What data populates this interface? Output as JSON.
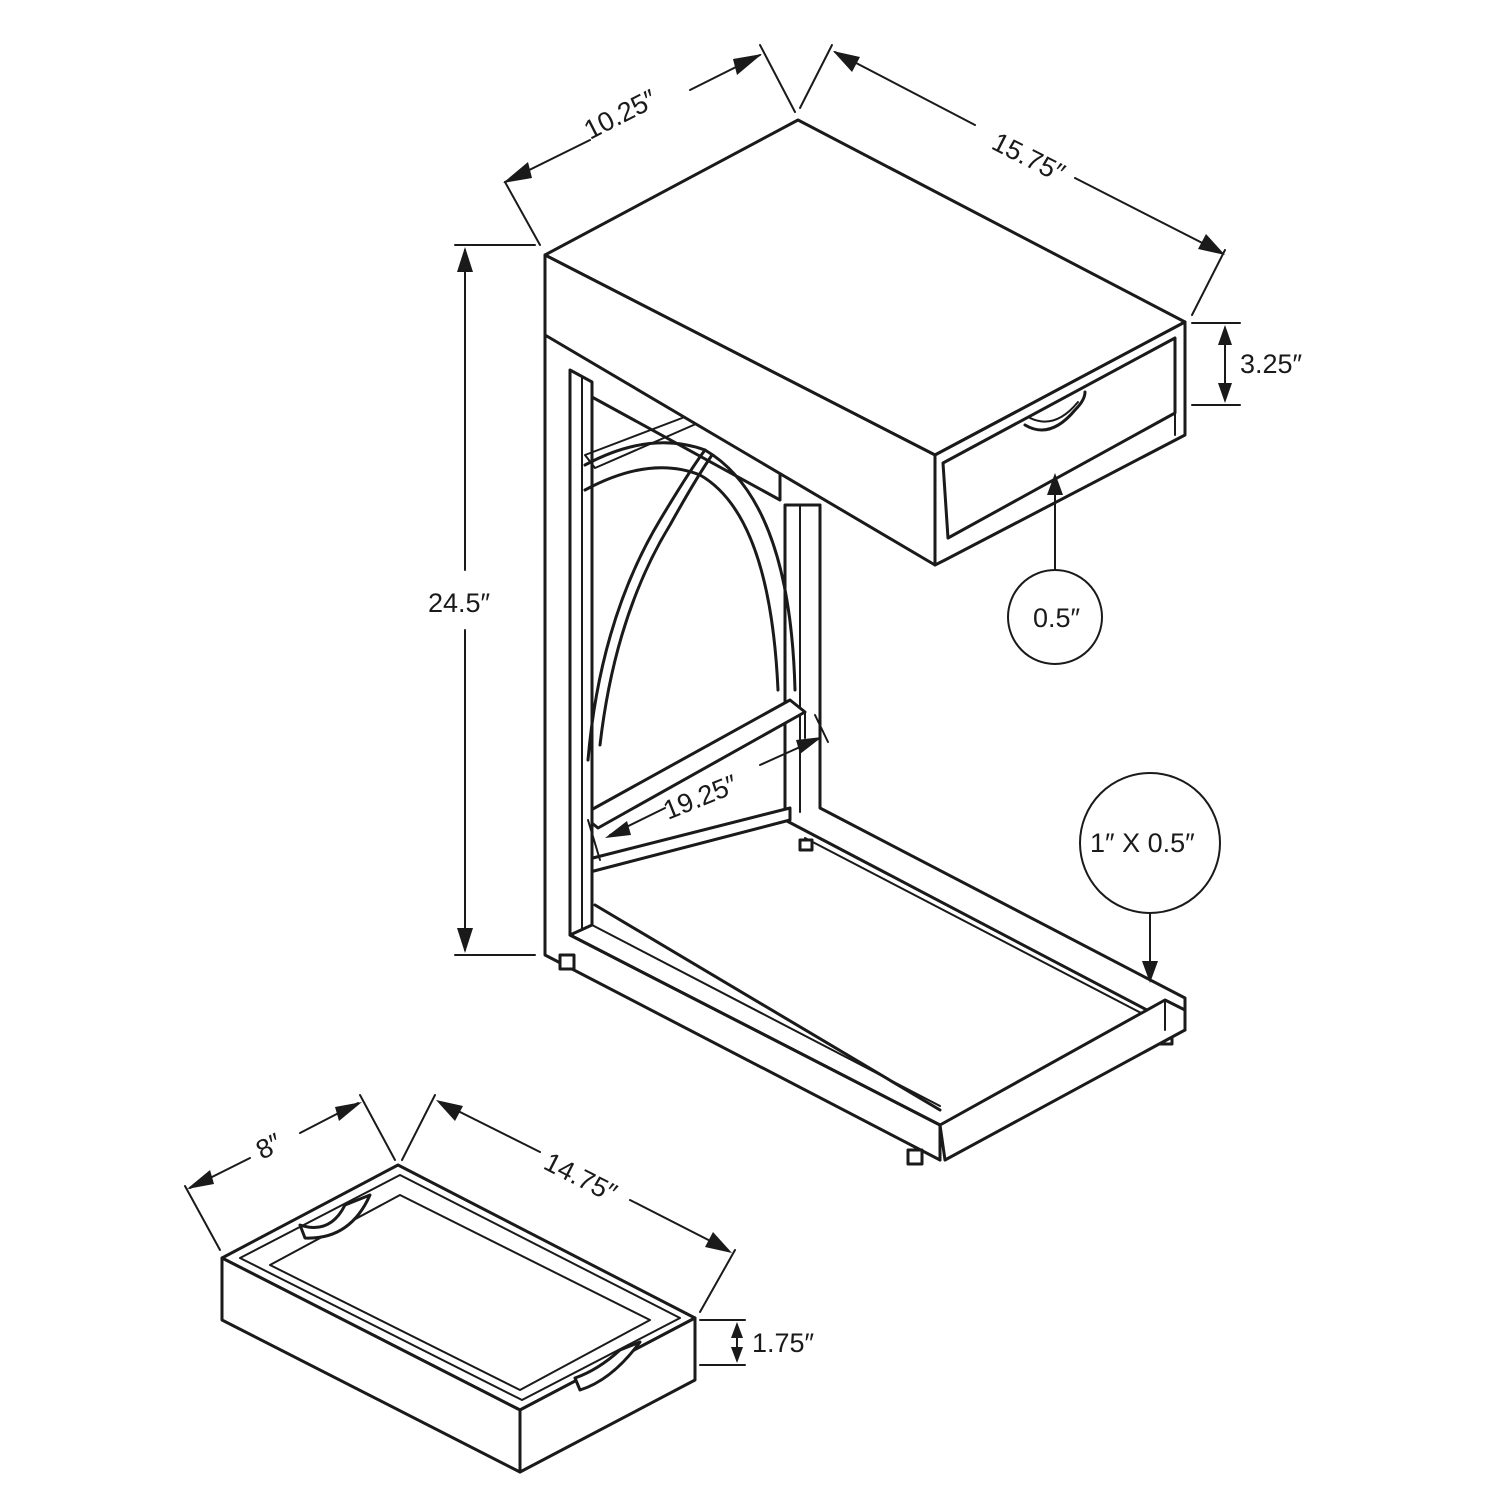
{
  "table": {
    "top_width": "10.25″",
    "top_depth": "15.75″",
    "drawer_height": "3.25″",
    "total_height": "24.5″",
    "drawer_gap": "0.5″",
    "base_depth": "19.25″",
    "leg_section": "1″ X 0.5″"
  },
  "tray": {
    "width": "8″",
    "length": "14.75″",
    "height": "1.75″"
  }
}
